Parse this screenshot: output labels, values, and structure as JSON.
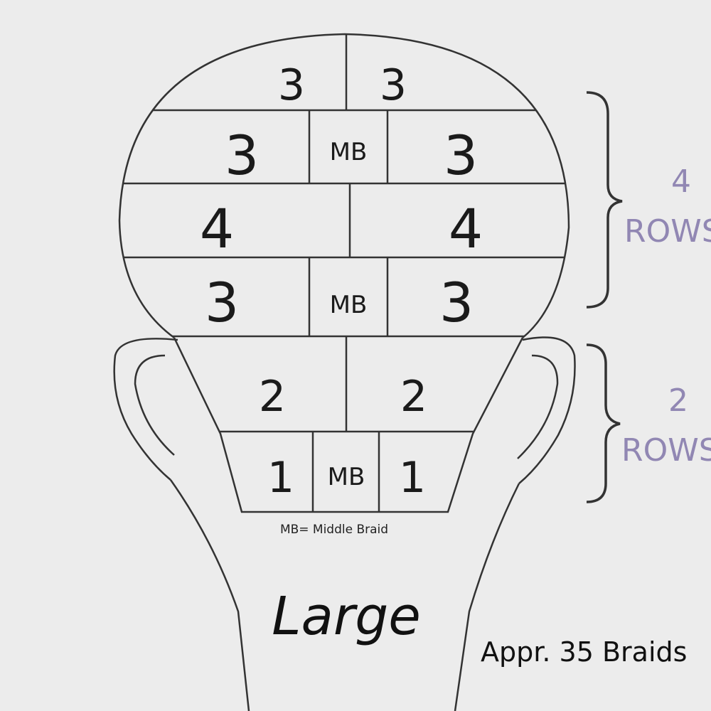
{
  "sections": {
    "row1": [
      "3",
      "3"
    ],
    "row2": [
      "3",
      "MB",
      "3"
    ],
    "row3": [
      "4",
      "4"
    ],
    "row4": [
      "3",
      "MB",
      "3"
    ],
    "row5": [
      "2",
      "2"
    ],
    "row6": [
      "1",
      "MB",
      "1"
    ]
  },
  "brackets": {
    "upper": {
      "count": "4",
      "label": "ROWS"
    },
    "lower": {
      "count": "2",
      "label": "ROWS"
    }
  },
  "legend": "MB= Middle Braid",
  "size_label": "Large",
  "braid_count": "Appr. 35 Braids",
  "colors": {
    "accent": "#9187b3",
    "ink": "#1a1a1a",
    "background": "#ececec"
  }
}
